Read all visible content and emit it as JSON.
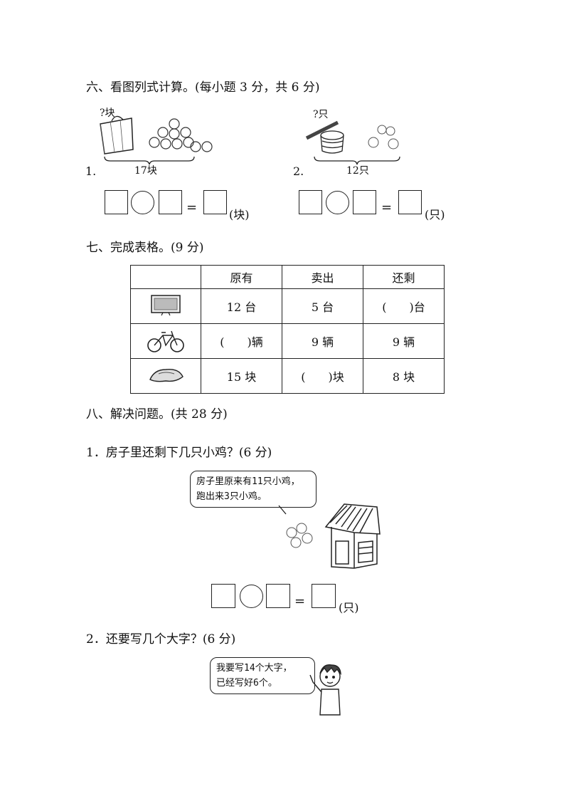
{
  "section6": {
    "heading": "六、看图列式计算。(每小题 3 分，共 6 分)",
    "q1": {
      "number": "1.",
      "question_label": "?块",
      "total_label": "17块",
      "unit": "(块)",
      "equals": "="
    },
    "q2": {
      "number": "2.",
      "question_label": "?只",
      "total_label": "12只",
      "unit": "(只)",
      "equals": "="
    }
  },
  "section7": {
    "heading": "七、完成表格。(9 分)",
    "table": {
      "headers": [
        "",
        "原有",
        "卖出",
        "还剩"
      ],
      "rows": [
        {
          "icon": "tv-icon",
          "cells": [
            "12 台",
            "5 台",
            "(　　)台"
          ]
        },
        {
          "icon": "bicycle-icon",
          "cells": [
            "(　　)辆",
            "9 辆",
            "9 辆"
          ]
        },
        {
          "icon": "cake-icon",
          "cells": [
            "15 块",
            "(　　)块",
            "8 块"
          ]
        }
      ]
    }
  },
  "section8": {
    "heading": "八、解决问题。(共 28 分)",
    "q1": {
      "title": "1．房子里还剩下几只小鸡？(6 分)",
      "bubble_line1": "房子里原来有11只小鸡，",
      "bubble_line2": "跑出来3只小鸡。",
      "equals": "=",
      "unit": "(只)"
    },
    "q2": {
      "title": "2．还要写几个大字？(6 分)",
      "bubble_line1": "我要写14个大字，",
      "bubble_line2": "已经写好6个。"
    }
  }
}
